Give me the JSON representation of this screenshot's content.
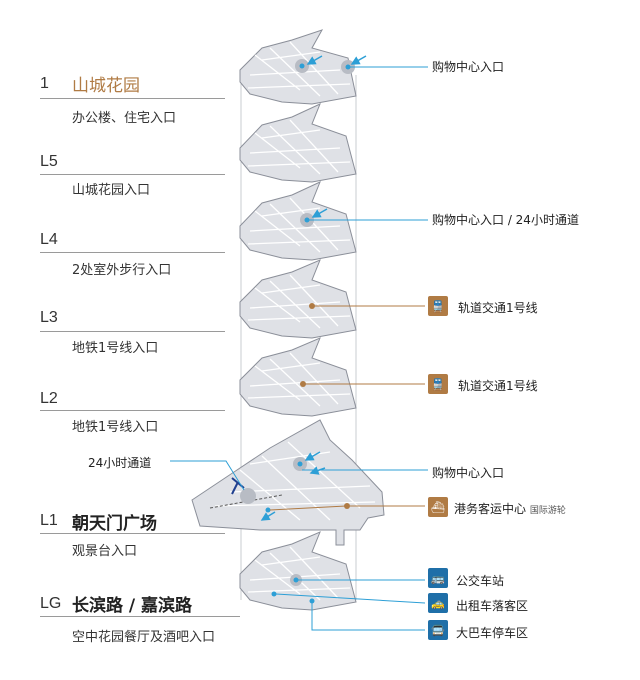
{
  "colors": {
    "title_orange": "#b07b44",
    "title_dark": "#222222",
    "floor_fill": "#dfe1e6",
    "floor_stroke": "#8b8f99",
    "floor_grid": "#ffffff",
    "blue_line": "#2d9fd6",
    "brown_line": "#b07b44",
    "badge_blue": "#1f6fa8"
  },
  "levels": [
    {
      "id": "1",
      "title": "山城花园",
      "subtitle": "办公楼、住宅入口"
    },
    {
      "id": "L5",
      "title": "",
      "subtitle": "山城花园入口"
    },
    {
      "id": "L4",
      "title": "",
      "subtitle": "2处室外步行入口"
    },
    {
      "id": "L3",
      "title": "",
      "subtitle": "地铁1号线入口"
    },
    {
      "id": "L2",
      "title": "",
      "subtitle": "地铁1号线入口"
    },
    {
      "id": "L1",
      "title": "朝天门广场",
      "subtitle": "观景台入口"
    },
    {
      "id": "LG",
      "title": "长滨路 / 嘉滨路",
      "subtitle": "空中花园餐厅及酒吧入口"
    }
  ],
  "callouts": {
    "top_mall": "购物中心入口",
    "l4_mall": "购物中心入口 / 24小时通道",
    "metro_1": "轨道交通1号线",
    "metro_2": "轨道交通1号线",
    "l1_mall": "购物中心入口",
    "passenger_center": "港务客运中心",
    "passenger_center_note": "国际游轮",
    "corridor_24h": "24小时通道",
    "bus_station": "公交车站",
    "taxi_area": "出租车落客区",
    "coach_parking": "大巴车停车区"
  },
  "icons": {
    "metro_icon": "metro-train-icon",
    "ship_icon": "ship-icon",
    "bus_icon": "bus-icon",
    "taxi_icon": "taxi-icon",
    "coach_icon": "coach-icon"
  }
}
